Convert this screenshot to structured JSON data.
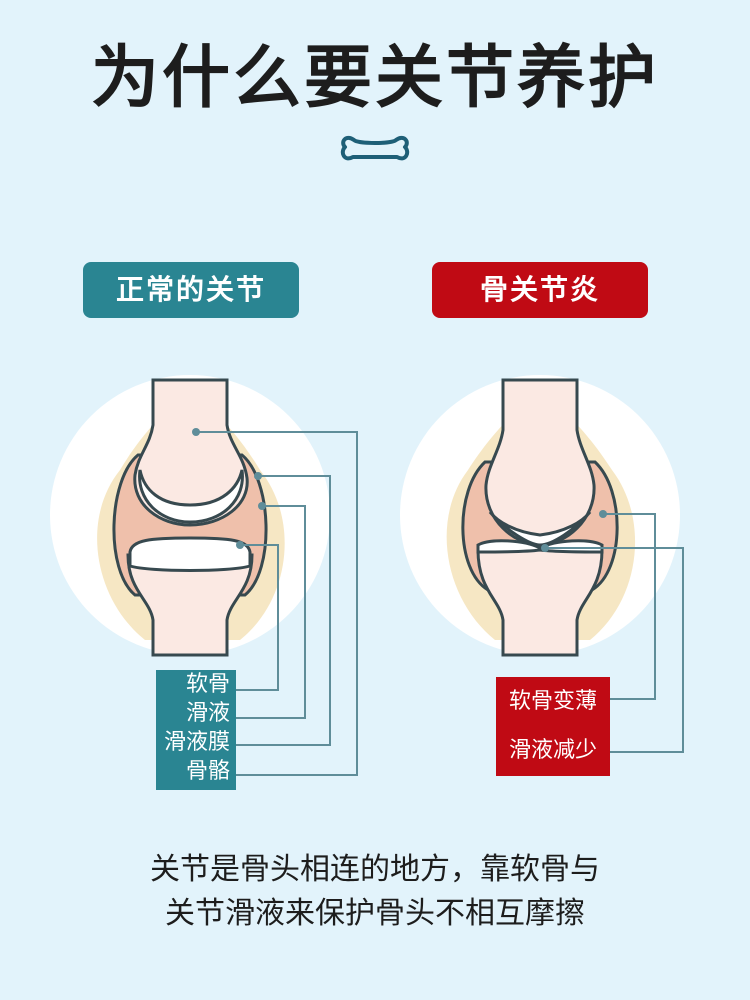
{
  "title": "为什么要关节养护",
  "icons": {
    "divider": "bone-icon"
  },
  "colors": {
    "background": "#e2f3fb",
    "normal_accent": "#2a8592",
    "arthritis_accent": "#c00a14",
    "bone_fill": "#fbe9e3",
    "synovium_fill": "#efc0ab",
    "cartilage_fill": "#ffffff",
    "capsule_halo": "#f6e7c4",
    "outline": "#37494f"
  },
  "normal": {
    "label": "正常的关节",
    "parts": [
      "软骨",
      "滑液",
      "滑液膜",
      "骨骼"
    ]
  },
  "arthritis": {
    "label": "骨关节炎",
    "parts": [
      "软骨变薄",
      "滑液减少"
    ]
  },
  "caption": {
    "line1": "关节是骨头相连的地方，靠软骨与",
    "line2": "关节滑液来保护骨头不相互摩擦"
  }
}
